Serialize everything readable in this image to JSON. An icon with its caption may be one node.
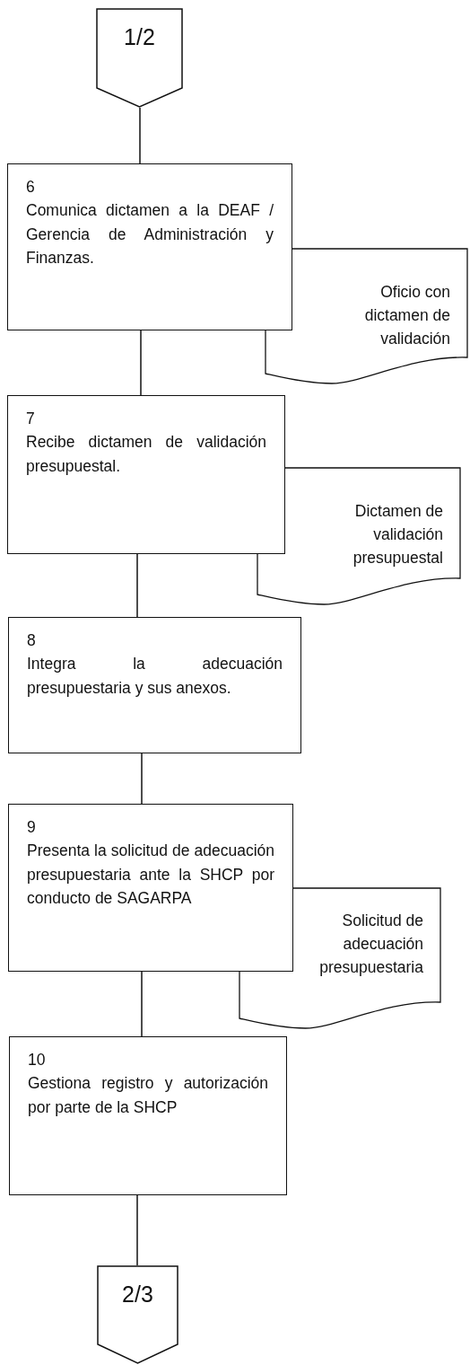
{
  "diagram": {
    "nodes": [
      {
        "text": [
          "1/2"
        ]
      },
      {
        "text": [
          "6",
          "Comunica dictamen a la DEAF / Gerencia de Administración y Finanzas."
        ]
      },
      {
        "text": [
          "Oficio con dictamen de validación"
        ]
      },
      {
        "text": [
          "7",
          "Recibe dictamen de validación presupuestal."
        ]
      },
      {
        "text": [
          "Dictamen de validación presupuestal"
        ]
      },
      {
        "text": [
          "8",
          "Integra la adecuación presupuestaria y sus anexos."
        ]
      },
      {
        "text": [
          "9",
          "Presenta la solicitud de adecuación presupuestaria ante la SHCP por conducto de SAGARPA"
        ]
      },
      {
        "text": [
          "Solicitud de adecuación presupuestaria"
        ]
      },
      {
        "text": [
          "10",
          "Gestiona registro y autorización por parte de la SHCP"
        ]
      },
      {
        "text": [
          "2/3"
        ]
      }
    ],
    "edges": [
      {
        "from": 0,
        "to": 1,
        "arrow": "none"
      },
      {
        "from": 1,
        "to": 3,
        "arrow": "none"
      },
      {
        "from": 3,
        "to": 5,
        "arrow": "none"
      },
      {
        "from": 5,
        "to": 6,
        "arrow": "none"
      },
      {
        "from": 6,
        "to": 8,
        "arrow": "none"
      },
      {
        "from": 8,
        "to": 9,
        "arrow": "none"
      }
    ]
  }
}
